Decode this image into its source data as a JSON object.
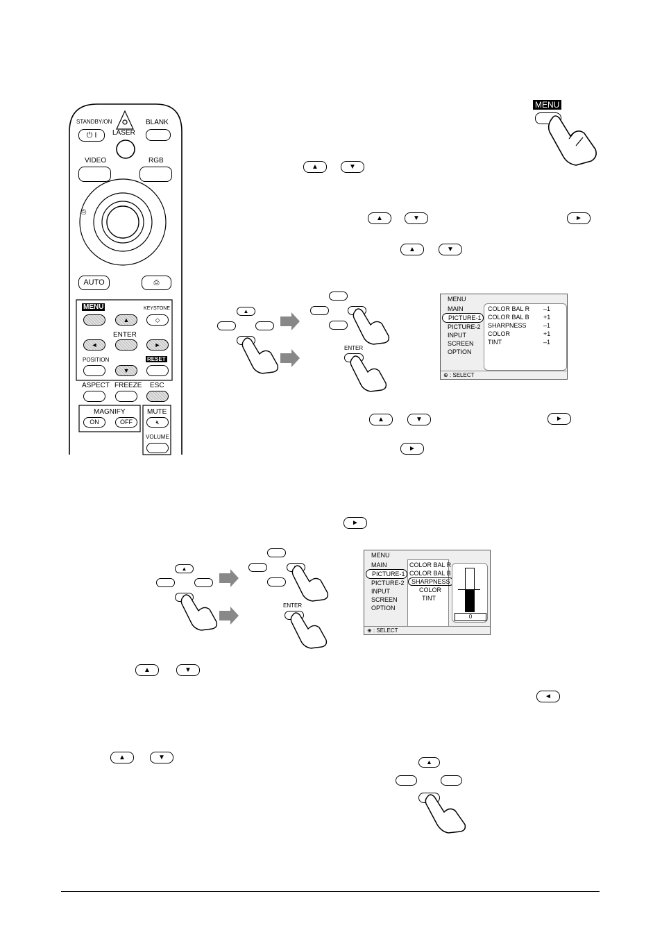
{
  "remote": {
    "standby_label": "STANDBY/ON",
    "laser_label": "LASER",
    "blank_label": "BLANK",
    "video_label": "VIDEO",
    "rgb_label": "RGB",
    "auto_label": "AUTO",
    "menu_label": "MENU",
    "keystone_label": "KEYSTONE",
    "enter_label": "ENTER",
    "position_label": "POSITION",
    "reset_label": "RESET",
    "aspect_label": "ASPECT",
    "freeze_label": "FREEZE",
    "esc_label": "ESC",
    "magnify_label": "MAGNIFY",
    "on_label": "ON",
    "off_label": "OFF",
    "mute_label": "MUTE",
    "volume_label": "VOLUME"
  },
  "menu_callout": {
    "label": "MENU"
  },
  "diagram1": {
    "enter_label": "ENTER"
  },
  "diagram2": {
    "enter_label": "ENTER"
  },
  "osd1": {
    "title": "MENU",
    "items": [
      "MAIN",
      "PICTURE-1",
      "PICTURE-2",
      "INPUT",
      "SCREEN",
      "OPTION"
    ],
    "selected_index": 1,
    "rows": [
      {
        "name": "COLOR BAL R",
        "value": "–1"
      },
      {
        "name": "COLOR BAL B",
        "value": "+1"
      },
      {
        "name": "SHARPNESS",
        "value": "–1"
      },
      {
        "name": "COLOR",
        "value": "+1"
      },
      {
        "name": "TINT",
        "value": "–1"
      }
    ],
    "footer": ": SELECT"
  },
  "osd2": {
    "title": "MENU",
    "items": [
      "MAIN",
      "PICTURE-1",
      "PICTURE-2",
      "INPUT",
      "SCREEN",
      "OPTION"
    ],
    "selected_index": 1,
    "options": [
      "COLOR BAL R",
      "COLOR BAL B",
      "SHARPNESS",
      "COLOR",
      "TINT"
    ],
    "selected_option": 2,
    "gauge_value": "0",
    "gauge_level": 0.5,
    "footer": ": SELECT"
  }
}
